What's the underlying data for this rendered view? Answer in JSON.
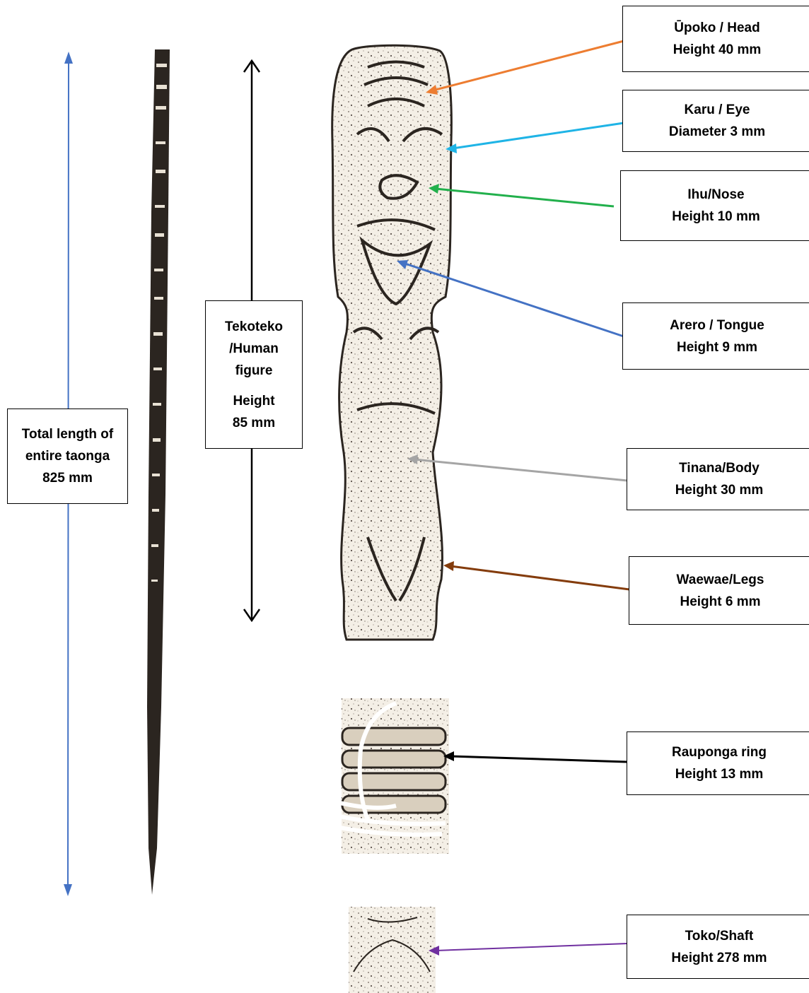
{
  "total_length": {
    "line1": "Total length of",
    "line2": "entire taonga",
    "line3": "825 mm"
  },
  "tekoteko": {
    "line1": "Tekoteko",
    "line2": "/Human",
    "line3": "figure",
    "line4": "Height",
    "line5": "85 mm"
  },
  "labels": [
    {
      "name": "Ūpoko / Head",
      "measure": "Height 40 mm",
      "color": "#ED7D31"
    },
    {
      "name": "Karu / Eye",
      "measure": "Diameter 3 mm",
      "color": "#1FB4E6"
    },
    {
      "name": "Ihu/Nose",
      "measure": "Height 10 mm",
      "color": "#22B04C"
    },
    {
      "name": "Arero / Tongue",
      "measure": "Height 9 mm",
      "color": "#4472C4"
    },
    {
      "name": "Tinana/Body",
      "measure": "Height 30 mm",
      "color": "#A5A5A5"
    },
    {
      "name": "Waewae/Legs",
      "measure": "Height 6 mm",
      "color": "#843C0C"
    },
    {
      "name": "Rauponga ring",
      "measure": "Height 13 mm",
      "color": "#000000"
    },
    {
      "name": "Toko/Shaft",
      "measure": "Height 278 mm",
      "color": "#7030A0"
    }
  ],
  "colors": {
    "total_arrow": "#4472C4",
    "tekoteko_arrow": "#000000",
    "carving_fill": "#f4efe6",
    "carving_ink": "#2b2520"
  }
}
